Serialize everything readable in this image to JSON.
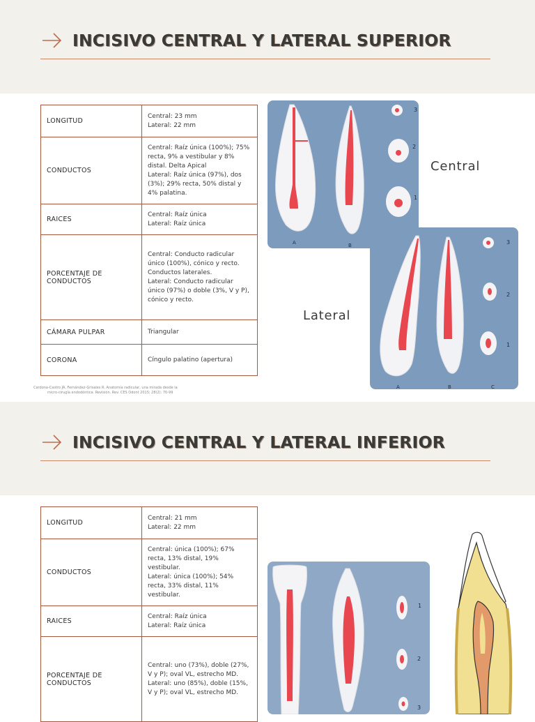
{
  "section1": {
    "title": "INCISIVO CENTRAL Y LATERAL SUPERIOR",
    "rows": [
      {
        "key": "LONGITUD",
        "value": "Central: 23 mm\nLateral: 22 mm"
      },
      {
        "key": "CONDUCTOS",
        "value": "Central: Raíz única (100%); 75% recta, 9% a vestibular y 8% distal. Delta Apical\nLateral:    Raíz única (97%), dos (3%); 29% recta, 50% distal y 4% palatina."
      },
      {
        "key": "RAICES",
        "value": "Central: Raíz única\nLateral: Raíz única"
      },
      {
        "key": "PORCENTAJE DE CONDUCTOS",
        "value": "Central: Conducto radicular único (100%), cónico y recto. Conductos laterales.\nLateral:  Conducto radicular único (97%) o doble (3%, V y P), cónico y recto."
      },
      {
        "key": "CÁMARA PULPAR",
        "value": "Triangular"
      },
      {
        "key": "CORONA",
        "value": "Cíngulo palatino (apertura)"
      }
    ],
    "citation_line1": "Cardona-Castro JA, Fernández-Grisales R. Anatomía radicular, una mirada desde la",
    "citation_line2": "micro-cirugía endodóntica. Revisión. Rev. CES Odont 2015; 28(2): 70-99",
    "label_central": "Central",
    "label_lateral": "Lateral",
    "fig1": {
      "letter_a": "A",
      "letter_b": "B",
      "n1": "1",
      "n2": "2",
      "n3": "3"
    },
    "fig2": {
      "letter_a": "A",
      "letter_b": "B",
      "letter_c": "C",
      "n1": "1",
      "n2": "2",
      "n3": "3"
    }
  },
  "section2": {
    "title": "INCISIVO CENTRAL Y LATERAL INFERIOR",
    "rows": [
      {
        "key": "LONGITUD",
        "value": "Central: 21 mm\nLateral: 22 mm"
      },
      {
        "key": "CONDUCTOS",
        "value": "Central: única (100%); 67% recta, 13% distal, 19% vestibular.\nLateral:   única (100%); 54% recta, 33% distal, 11% vestibular."
      },
      {
        "key": "RAICES",
        "value": "Central: Raíz única\nLateral:  Raíz única"
      },
      {
        "key": "PORCENTAJE DE CONDUCTOS",
        "value": "Central: uno (73%), doble (27%, V y P); oval VL, estrecho MD.\nLateral:  uno (85%), doble (15%, V y P); oval VL, estrecho MD."
      }
    ],
    "fig3": {
      "n1": "1",
      "n2": "2",
      "n3": "3"
    }
  },
  "colors": {
    "accent": "#c9886c",
    "table_border": "#a5583f",
    "band": "#f2f1ec",
    "photo_bg": "#7d9bbd",
    "canal_red": "#e8474f"
  }
}
